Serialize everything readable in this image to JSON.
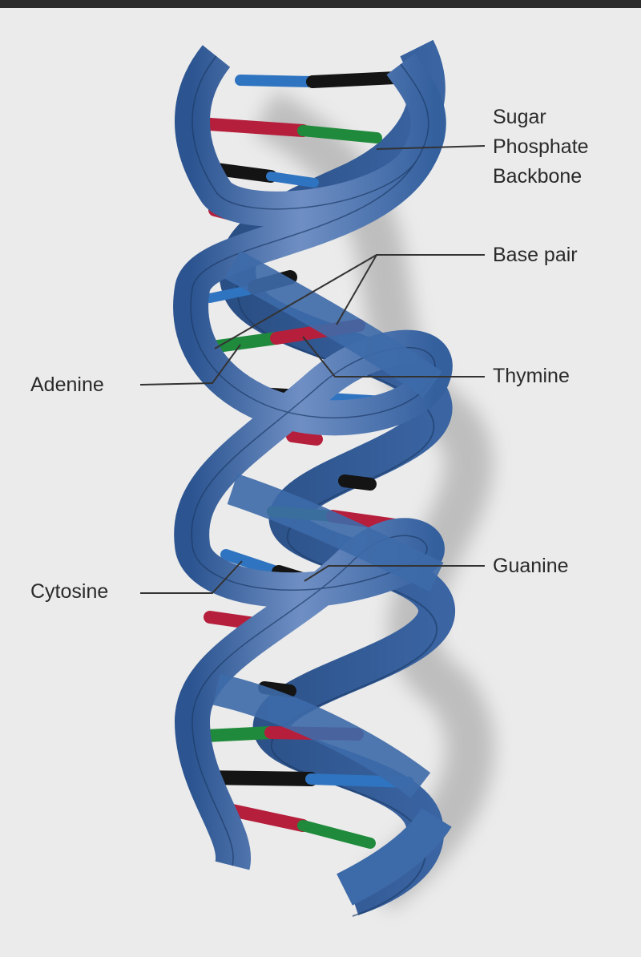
{
  "labels": {
    "backbone": [
      "Sugar",
      "Phosphate",
      "Backbone"
    ],
    "base_pair": "Base pair",
    "adenine": "Adenine",
    "thymine": "Thymine",
    "cytosine": "Cytosine",
    "guanine": "Guanine"
  },
  "colors": {
    "background": "#ebebeb",
    "top_bar": "#2b2b2b",
    "ribbon": "#3d6aa8",
    "ribbon_dark": "#2a4f85",
    "ribbon_edge": "#1d3a66",
    "adenine": "#1f8a3b",
    "thymine": "#b51f3c",
    "cytosine": "#2f74c0",
    "guanine": "#141414",
    "leader_line": "#333333"
  }
}
